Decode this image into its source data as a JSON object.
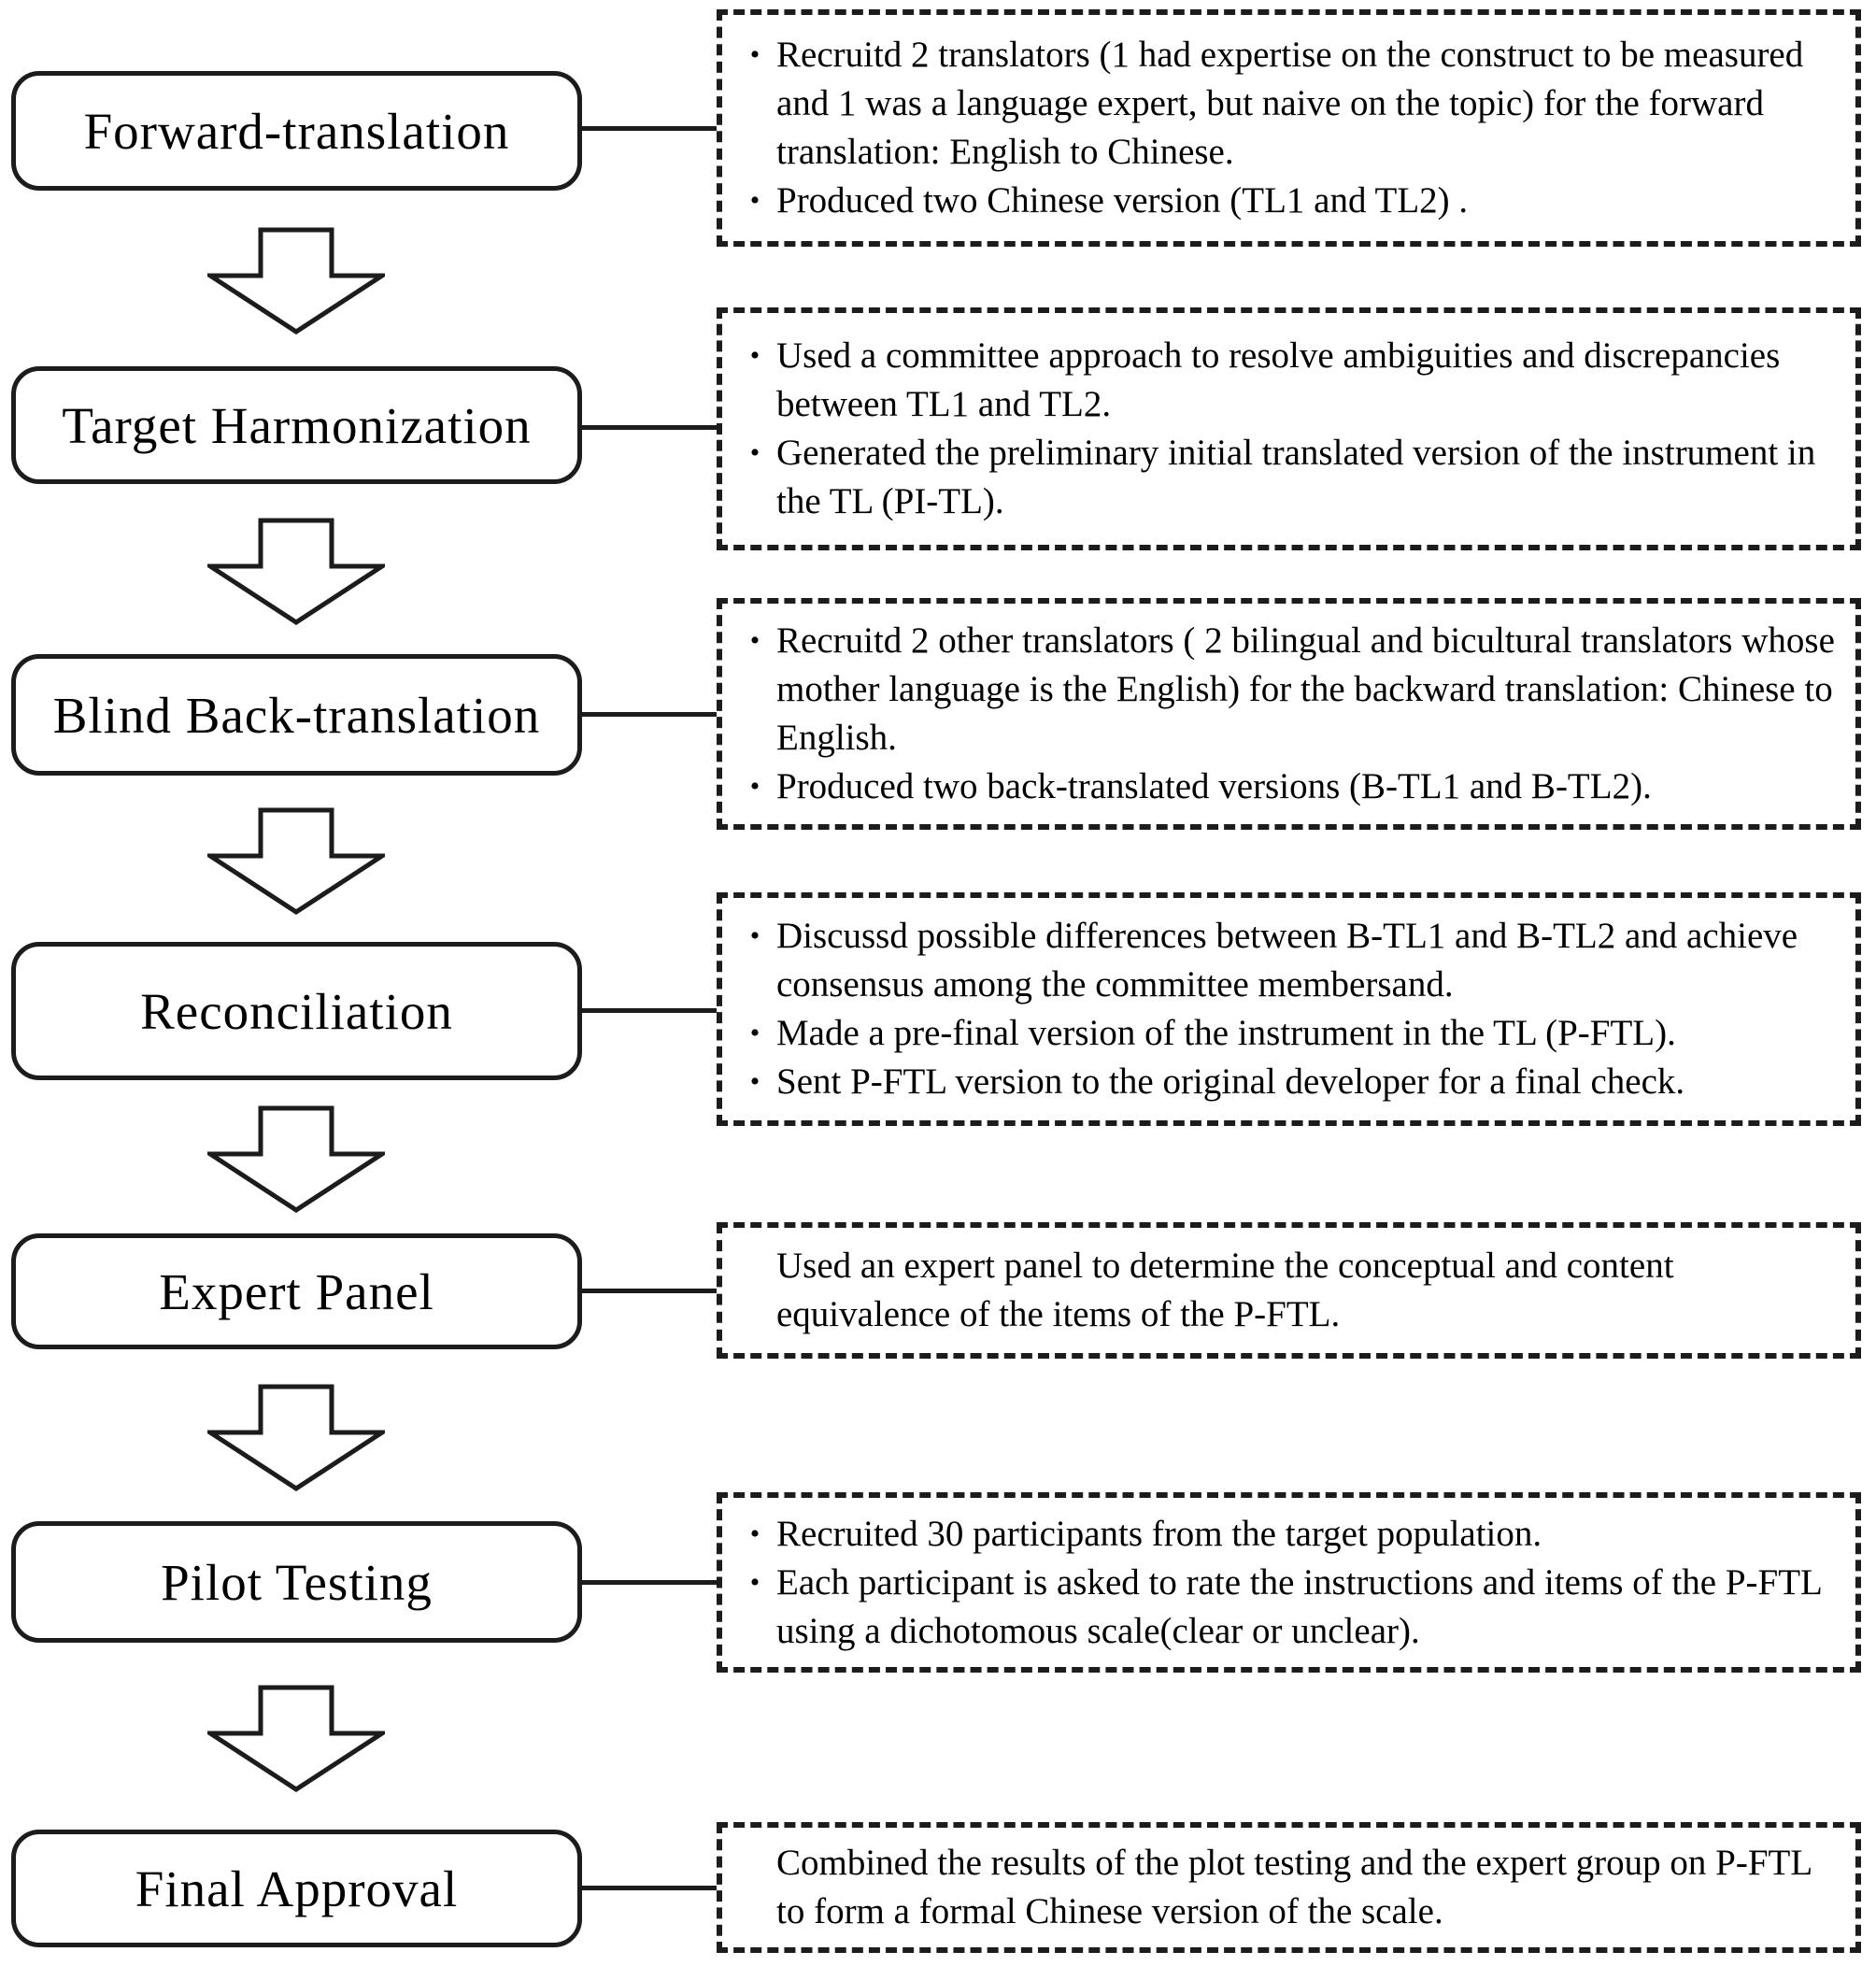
{
  "bullet_glyph": "•",
  "colors": {
    "line": "#1c1c1c",
    "text": "#000000",
    "background": "#ffffff"
  },
  "stages": [
    {
      "label": "Forward-translation",
      "details": [
        "Recruitd 2 translators (1 had expertise on the construct to be measured and 1 was a language expert, but naive on the topic) for the forward translation: English to Chinese.",
        "Produced two Chinese version (TL1 and TL2) ."
      ]
    },
    {
      "label": "Target Harmonization",
      "details": [
        "Used a committee approach to resolve ambiguities and discrepancies between TL1 and TL2.",
        "Generated the preliminary initial translated version of the instrument in the TL (PI-TL)."
      ]
    },
    {
      "label": "Blind Back-translation",
      "details": [
        "Recruitd 2 other translators ( 2 bilingual and bicultural translators whose mother language is the English) for the backward translation: Chinese to English.",
        "Produced two back-translated versions (B-TL1 and B-TL2)."
      ]
    },
    {
      "label": "Reconciliation",
      "details": [
        "Discussd possible differences between B-TL1 and B-TL2 and achieve consensus among the committee membersand.",
        "Made a pre-final version of the instrument in the TL (P-FTL).",
        "Sent P-FTL version to the original developer for a final check."
      ]
    },
    {
      "label": "Expert Panel",
      "details": [
        "Used an expert panel to determine the conceptual and content equivalence of the items of the P-FTL."
      ]
    },
    {
      "label": "Pilot Testing",
      "details": [
        "Recruited 30 participants from the target population.",
        "Each participant is asked to rate the instructions and items of the P-FTL using a dichotomous scale(clear or unclear)."
      ]
    },
    {
      "label": "Final Approval",
      "details": [
        "Combined the results of the plot testing and the expert group on P-FTL to form a formal Chinese version of the scale."
      ]
    }
  ]
}
